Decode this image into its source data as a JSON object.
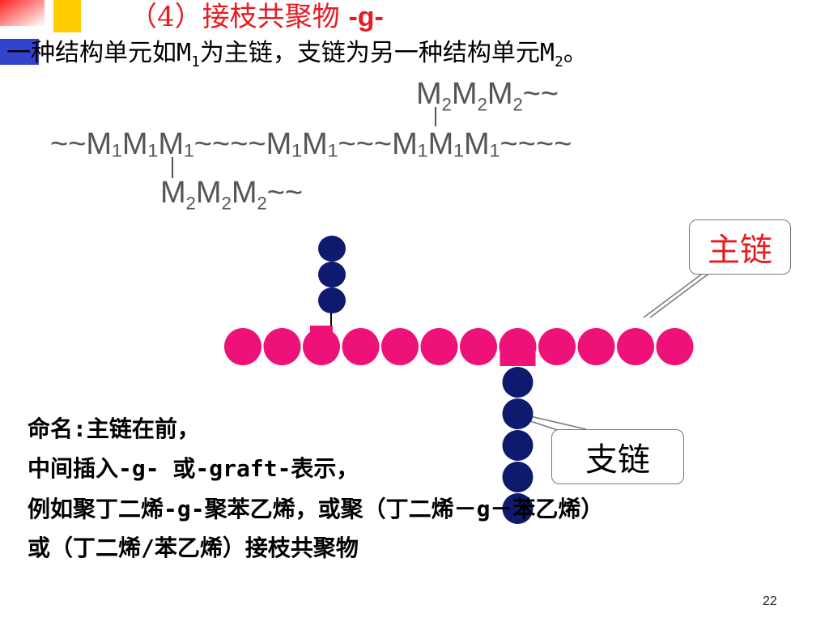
{
  "header": {
    "title_prefix": "（4）接枝共聚物 ",
    "title_graft": "-g-"
  },
  "definition": {
    "part1": "一种结构单元如M",
    "sub1": "1",
    "part2": "为主链，支链为另一种结构单元M",
    "sub2": "2",
    "part3": "。"
  },
  "formula": {
    "top_branch": [
      "M",
      "2",
      "M",
      "2",
      "M",
      "2",
      "~~"
    ],
    "main_chain": "~~M₁M₁M₁~~~~M₁M₁~~~M₁M₁M₁~~~~",
    "bottom_branch": [
      "M",
      "2",
      "M",
      "2",
      "M",
      "2",
      "~~"
    ]
  },
  "diagram": {
    "main_chain_color": "#ee1177",
    "branch_color": "#0d1a6e",
    "main_chain_beads": 12,
    "upper_branch_beads": 3,
    "lower_branch_beads": 5,
    "main_chain_label": "主链",
    "branch_label": "支链"
  },
  "naming": {
    "line1": "命名:主链在前，",
    "line2": "中间插入-g- 或-graft-表示，",
    "line3": "例如聚丁二烯-g-聚苯乙烯，或聚（丁二烯－g－苯乙烯）",
    "line4": "或（丁二烯/苯乙烯）接枝共聚物"
  },
  "page_number": "22",
  "colors": {
    "accent_red": "#e81b23",
    "corner_blue": "#3344cc",
    "corner_yellow": "#ffcc00"
  }
}
